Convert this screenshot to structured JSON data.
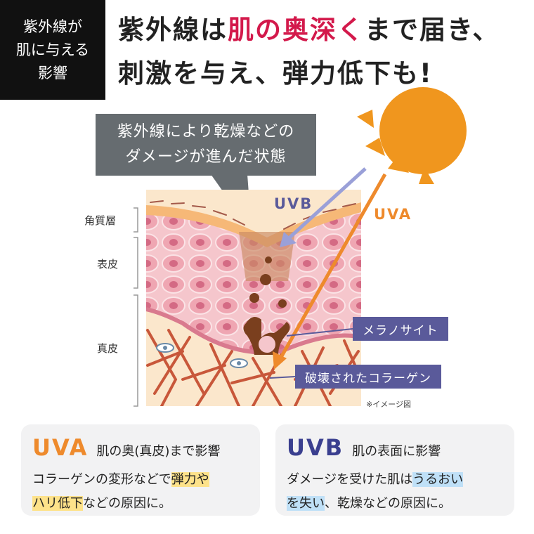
{
  "badge": {
    "lines": [
      "紫外線が",
      "肌に与える",
      "影響"
    ]
  },
  "headline": {
    "l1a": "紫外線は",
    "l1b": "肌の奥深く",
    "l1c": "まで届き、",
    "l2": "刺激を与え、弾力低下も!"
  },
  "callout": {
    "line1": "紫外線により乾燥などの",
    "line2": "ダメージが進んだ状態"
  },
  "layers": {
    "stratum": "角質層",
    "epidermis": "表皮",
    "dermis": "真皮"
  },
  "rays": {
    "uvb": "UVB",
    "uva": "UVA"
  },
  "tags": {
    "melanocyte": "メラノサイト",
    "collagen": "破壊されたコラーゲン"
  },
  "note": "※イメージ図",
  "cards": {
    "uva": {
      "title": "UVA",
      "subtitle": "肌の奥(真皮)まで影響",
      "t1": "コラーゲンの変形などで",
      "t2": "弾力や",
      "t3": "ハリ低下",
      "t4": "などの原因に。"
    },
    "uvb": {
      "title": "UVB",
      "subtitle": "肌の表面に影響",
      "t1": "ダメージを受けた肌は",
      "t2": "うるおい",
      "t3": "を失い",
      "t4": "、乾燥などの原因に。"
    }
  },
  "colors": {
    "accent_red": "#d3194b",
    "uva_orange": "#ee8a2c",
    "uvb_blue": "#5a5a9a",
    "sun": "#f0961e",
    "callout": "#666c70",
    "badge": "#111111"
  }
}
